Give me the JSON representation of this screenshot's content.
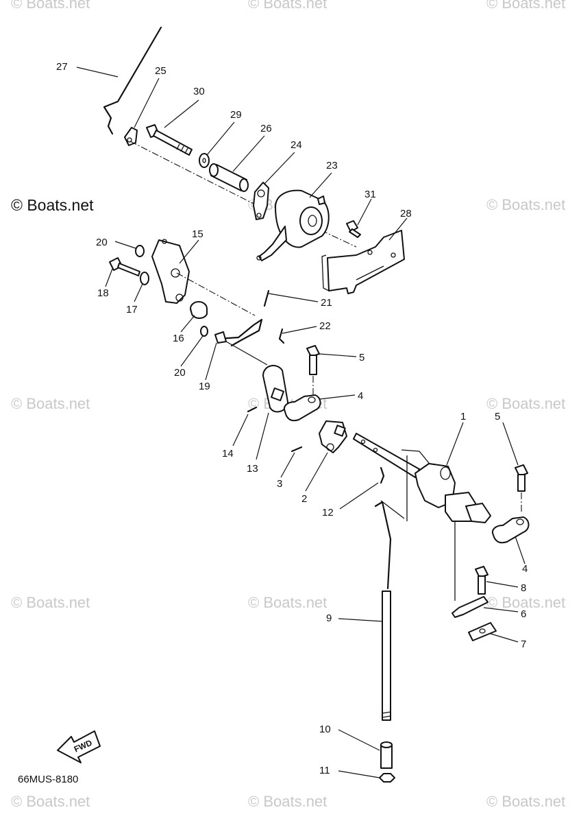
{
  "watermark": "© Boats.net",
  "diagram_code": "66MUS-8180",
  "fwd_label": "FWD",
  "labels": {
    "l27": "27",
    "l25": "25",
    "l30": "30",
    "l29": "29",
    "l26": "26",
    "l24": "24",
    "l23": "23",
    "l31": "31",
    "l28": "28",
    "l20a": "20",
    "l15": "15",
    "l18": "18",
    "l17": "17",
    "l16": "16",
    "l21": "21",
    "l22": "22",
    "l20b": "20",
    "l19": "19",
    "l5a": "5",
    "l4a": "4",
    "l1": "1",
    "l5b": "5",
    "l14": "14",
    "l13": "13",
    "l3": "3",
    "l2": "2",
    "l12": "12",
    "l4b": "4",
    "l8": "8",
    "l6": "6",
    "l9": "9",
    "l7": "7",
    "l10": "10",
    "l11": "11"
  }
}
